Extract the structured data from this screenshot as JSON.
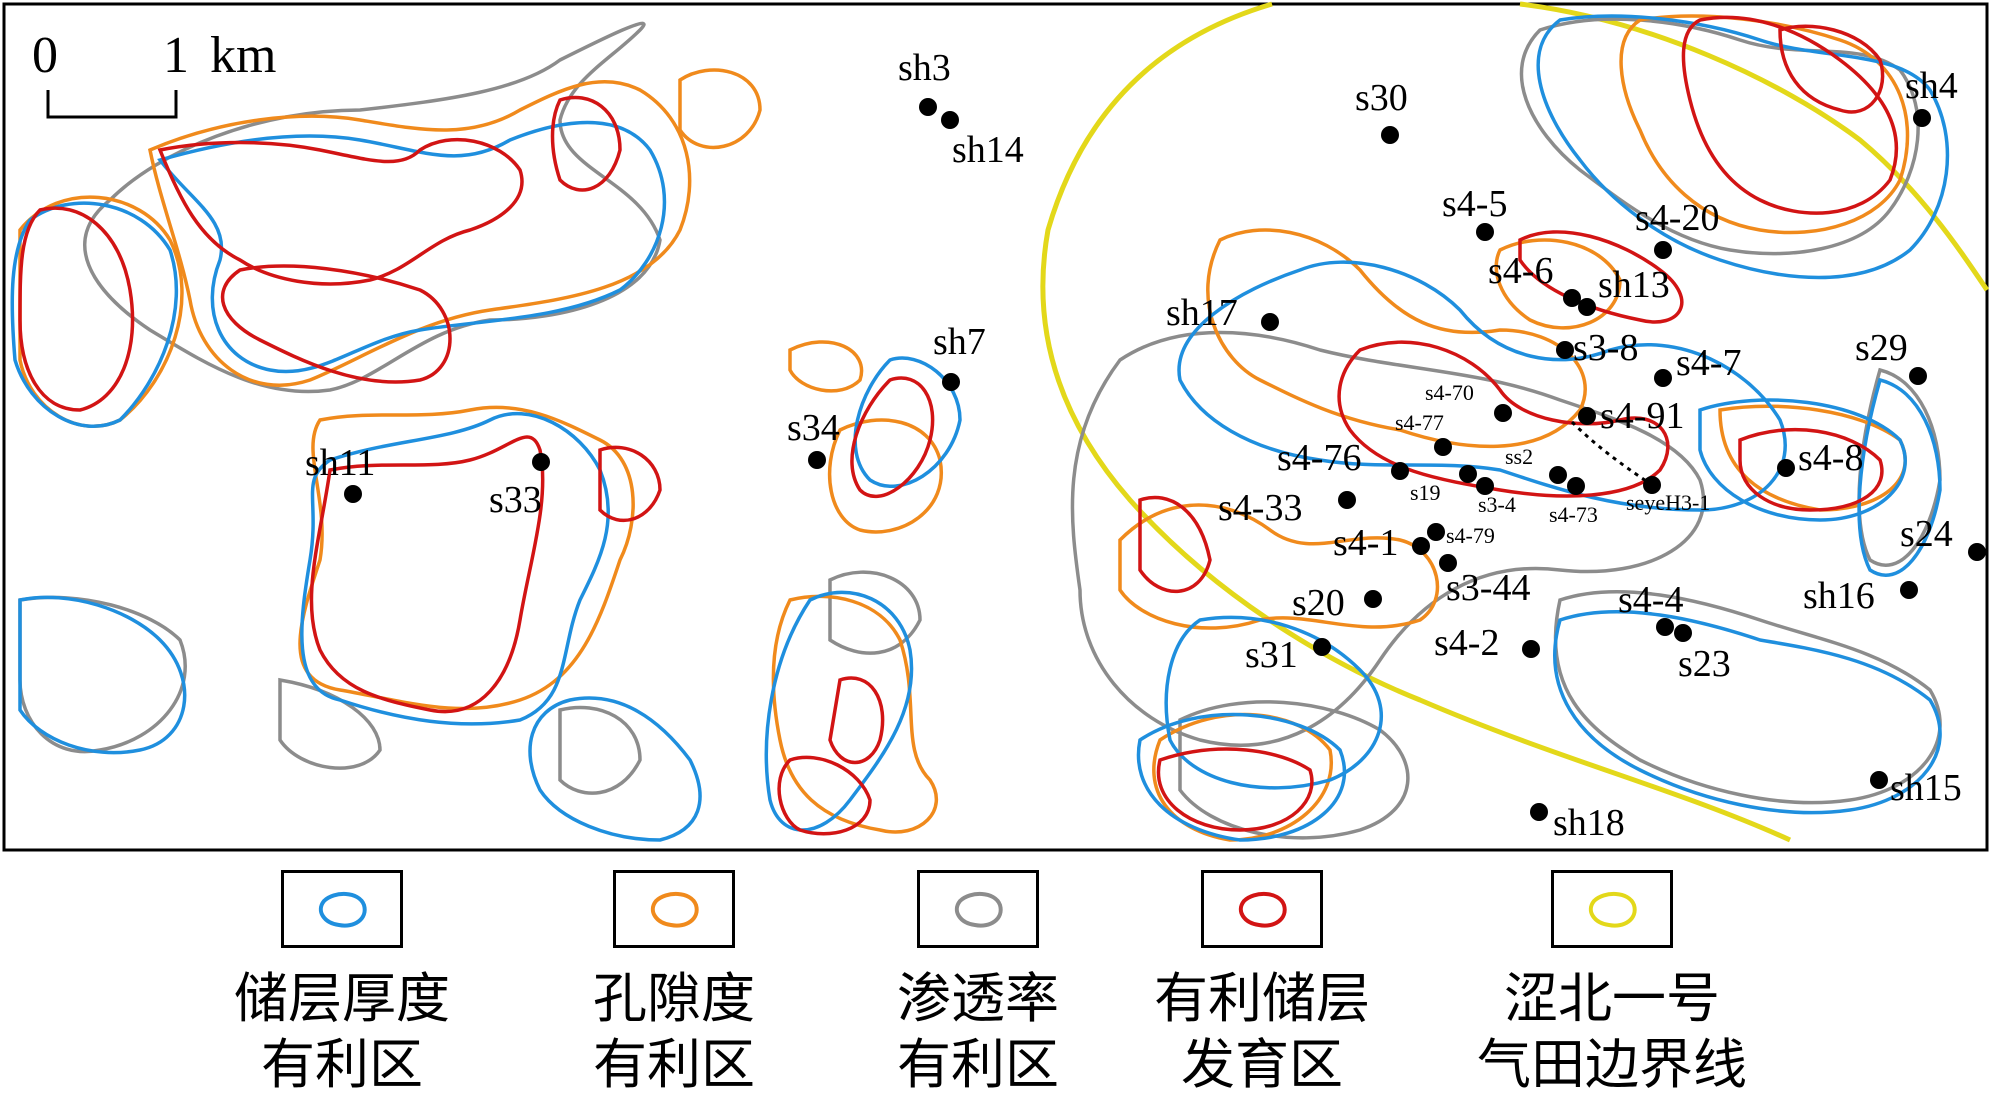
{
  "scale_bar": {
    "zero": "0",
    "one": "1",
    "unit": "km"
  },
  "colors": {
    "thickness": "#1f8fde",
    "porosity": "#f08a1c",
    "permeability": "#8c8c8c",
    "favorable": "#d21414",
    "boundary": "#e3d81a"
  },
  "wells": [
    {
      "id": "sh3",
      "label": "sh3"
    },
    {
      "id": "sh14",
      "label": "sh14"
    },
    {
      "id": "s30",
      "label": "s30"
    },
    {
      "id": "sh4",
      "label": "sh4"
    },
    {
      "id": "s4-5",
      "label": "s4-5"
    },
    {
      "id": "s4-20",
      "label": "s4-20"
    },
    {
      "id": "s4-6",
      "label": "s4-6"
    },
    {
      "id": "sh13",
      "label": "sh13"
    },
    {
      "id": "sh17",
      "label": "sh17"
    },
    {
      "id": "sh7",
      "label": "sh7"
    },
    {
      "id": "s3-8",
      "label": "s3-8"
    },
    {
      "id": "s4-7",
      "label": "s4-7"
    },
    {
      "id": "s29",
      "label": "s29"
    },
    {
      "id": "s34",
      "label": "s34"
    },
    {
      "id": "s4-70",
      "label": "s4-70"
    },
    {
      "id": "s4-91",
      "label": "s4-91"
    },
    {
      "id": "s4-77",
      "label": "s4-77"
    },
    {
      "id": "sh11",
      "label": "sh11"
    },
    {
      "id": "s33",
      "label": "s33"
    },
    {
      "id": "s4-76",
      "label": "s4-76"
    },
    {
      "id": "ss2",
      "label": "ss2"
    },
    {
      "id": "s4-8",
      "label": "s4-8"
    },
    {
      "id": "s19",
      "label": "s19"
    },
    {
      "id": "s3-4",
      "label": "s3-4"
    },
    {
      "id": "s4-73",
      "label": "s4-73"
    },
    {
      "id": "seyeH3-1",
      "label": "seyeH3-1"
    },
    {
      "id": "s4-33",
      "label": "s4-33"
    },
    {
      "id": "s4-1",
      "label": "s4-1"
    },
    {
      "id": "s4-79",
      "label": "s4-79"
    },
    {
      "id": "s24",
      "label": "s24"
    },
    {
      "id": "s3-44",
      "label": "s3-44"
    },
    {
      "id": "s4-4",
      "label": "s4-4"
    },
    {
      "id": "sh16",
      "label": "sh16"
    },
    {
      "id": "s20",
      "label": "s20"
    },
    {
      "id": "s4-2",
      "label": "s4-2"
    },
    {
      "id": "s23",
      "label": "s23"
    },
    {
      "id": "s31",
      "label": "s31"
    },
    {
      "id": "sh15",
      "label": "sh15"
    },
    {
      "id": "sh18",
      "label": "sh18"
    }
  ],
  "legend": [
    {
      "key": "thickness",
      "color": "#1f8fde",
      "line1": "储层厚度",
      "line2": "有利区"
    },
    {
      "key": "porosity",
      "color": "#f08a1c",
      "line1": "孔隙度",
      "line2": "有利区"
    },
    {
      "key": "permeability",
      "color": "#8c8c8c",
      "line1": "渗透率",
      "line2": "有利区"
    },
    {
      "key": "favorable",
      "color": "#d21414",
      "line1": "有利储层",
      "line2": "发育区"
    },
    {
      "key": "boundary",
      "color": "#e3d81a",
      "line1": "涩北一号",
      "line2": "气田边界线"
    }
  ]
}
